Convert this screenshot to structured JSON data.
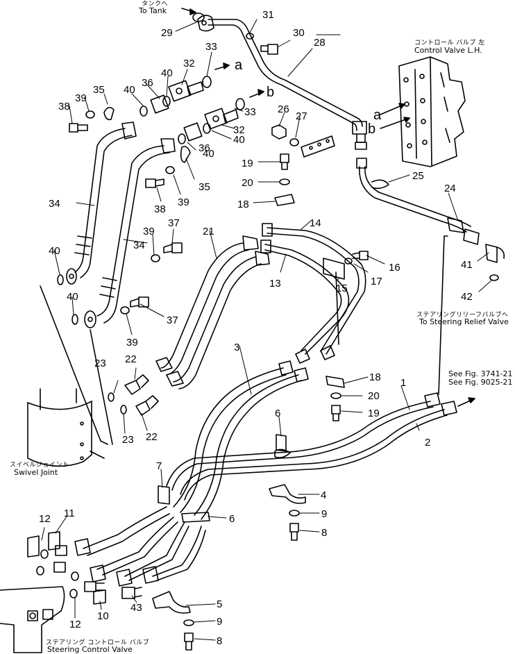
{
  "annotations": {
    "to_tank_jp": "タンクへ",
    "to_tank": "To Tank",
    "control_valve_jp": "コントロール バルブ 左",
    "control_valve": "Control Valve L.H.",
    "steering_relief_jp": "ステアリングリリーフバルブへ",
    "steering_relief": "To Steering Relief Valve",
    "see_fig_1": "See Fig. 3741-21",
    "see_fig_2": "See Fig. 9025-21",
    "swivel_joint_jp": "スイベルジョイント",
    "swivel_joint": "Swivel Joint",
    "steering_valve_jp": "ステアリング コントロール バルブ",
    "steering_valve": "Steering Control Valve",
    "port_a": "a",
    "port_b": "b"
  },
  "part_labels": [
    "1",
    "2",
    "3",
    "4",
    "5",
    "6",
    "7",
    "8",
    "9",
    "10",
    "11",
    "12",
    "13",
    "14",
    "15",
    "16",
    "17",
    "18",
    "19",
    "20",
    "21",
    "22",
    "23",
    "24",
    "25",
    "26",
    "27",
    "28",
    "29",
    "30",
    "31",
    "32",
    "33",
    "34",
    "35",
    "36",
    "37",
    "38",
    "39",
    "40",
    "41",
    "42",
    "43"
  ]
}
